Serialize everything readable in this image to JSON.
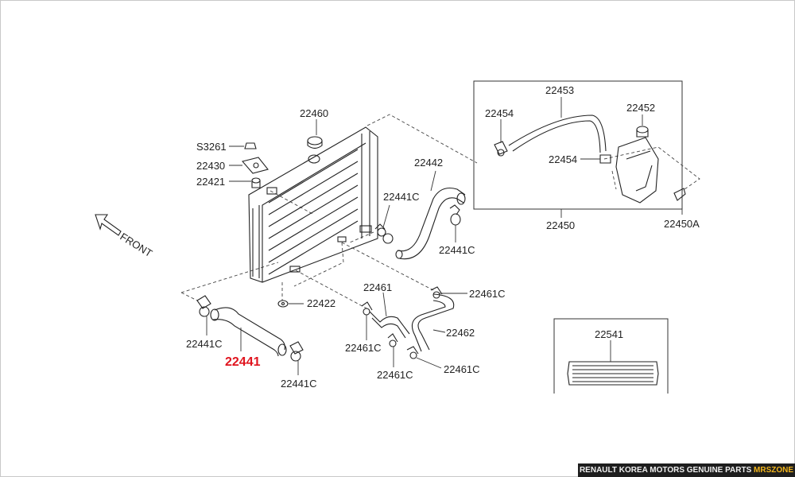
{
  "labels": {
    "l22460": "22460",
    "lS3261": "S3261",
    "l22430": "22430",
    "l22421": "22421",
    "l22442": "22442",
    "l22441C_a": "22441C",
    "l22441C_b": "22441C",
    "l22441C_c": "22441C",
    "l22441C_d": "22441C",
    "l22441": "22441",
    "l22422": "22422",
    "l22461": "22461",
    "l22461C_a": "22461C",
    "l22461C_b": "22461C",
    "l22461C_c": "22461C",
    "l22461C_d": "22461C",
    "l22462": "22462",
    "l22453": "22453",
    "l22454_a": "22454",
    "l22454_b": "22454",
    "l22452": "22452",
    "l22450": "22450",
    "l22450A": "22450A",
    "l22541": "22541",
    "front": "FRONT"
  },
  "highlight_color": "#e0141e",
  "footer": {
    "text": "RENAULT KOREA MOTORS GENUINE PARTS",
    "brand": "MRSZONE"
  }
}
